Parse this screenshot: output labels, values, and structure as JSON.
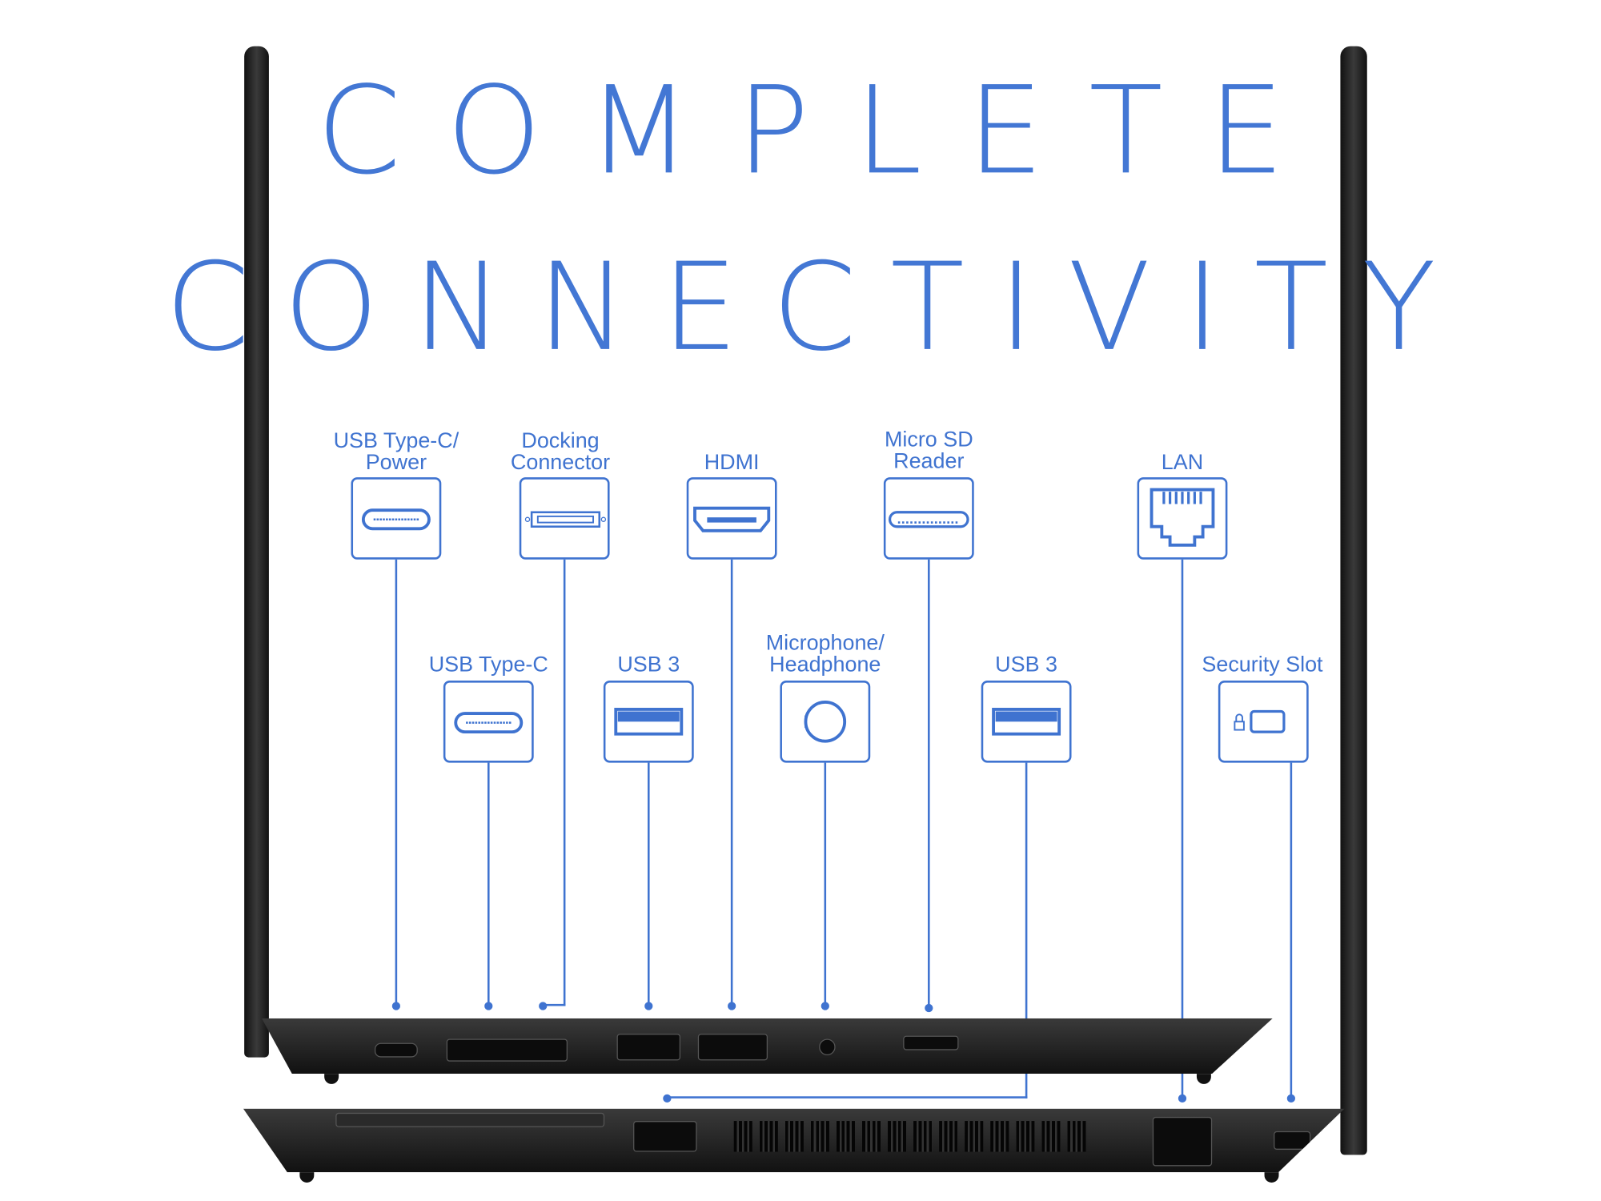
{
  "title": {
    "line1": "COMPLETE",
    "line2": "CONNECTIVITY"
  },
  "accent_color": "#3f73d0",
  "ports": [
    {
      "label": "USB Type-C/\nPower",
      "icon": "usb-c-icon"
    },
    {
      "label": "Docking\nConnector",
      "icon": "docking-connector-icon"
    },
    {
      "label": "HDMI",
      "icon": "hdmi-icon"
    },
    {
      "label": "Micro SD\nReader",
      "icon": "micro-sd-icon"
    },
    {
      "label": "LAN",
      "icon": "ethernet-icon"
    },
    {
      "label": "USB Type-C",
      "icon": "usb-c-icon"
    },
    {
      "label": "USB 3",
      "icon": "usb-a-icon"
    },
    {
      "label": "Microphone/\nHeadphone",
      "icon": "audio-jack-icon"
    },
    {
      "label": "USB 3",
      "icon": "usb-a-icon"
    },
    {
      "label": "Security Slot",
      "icon": "lock-slot-icon"
    }
  ]
}
